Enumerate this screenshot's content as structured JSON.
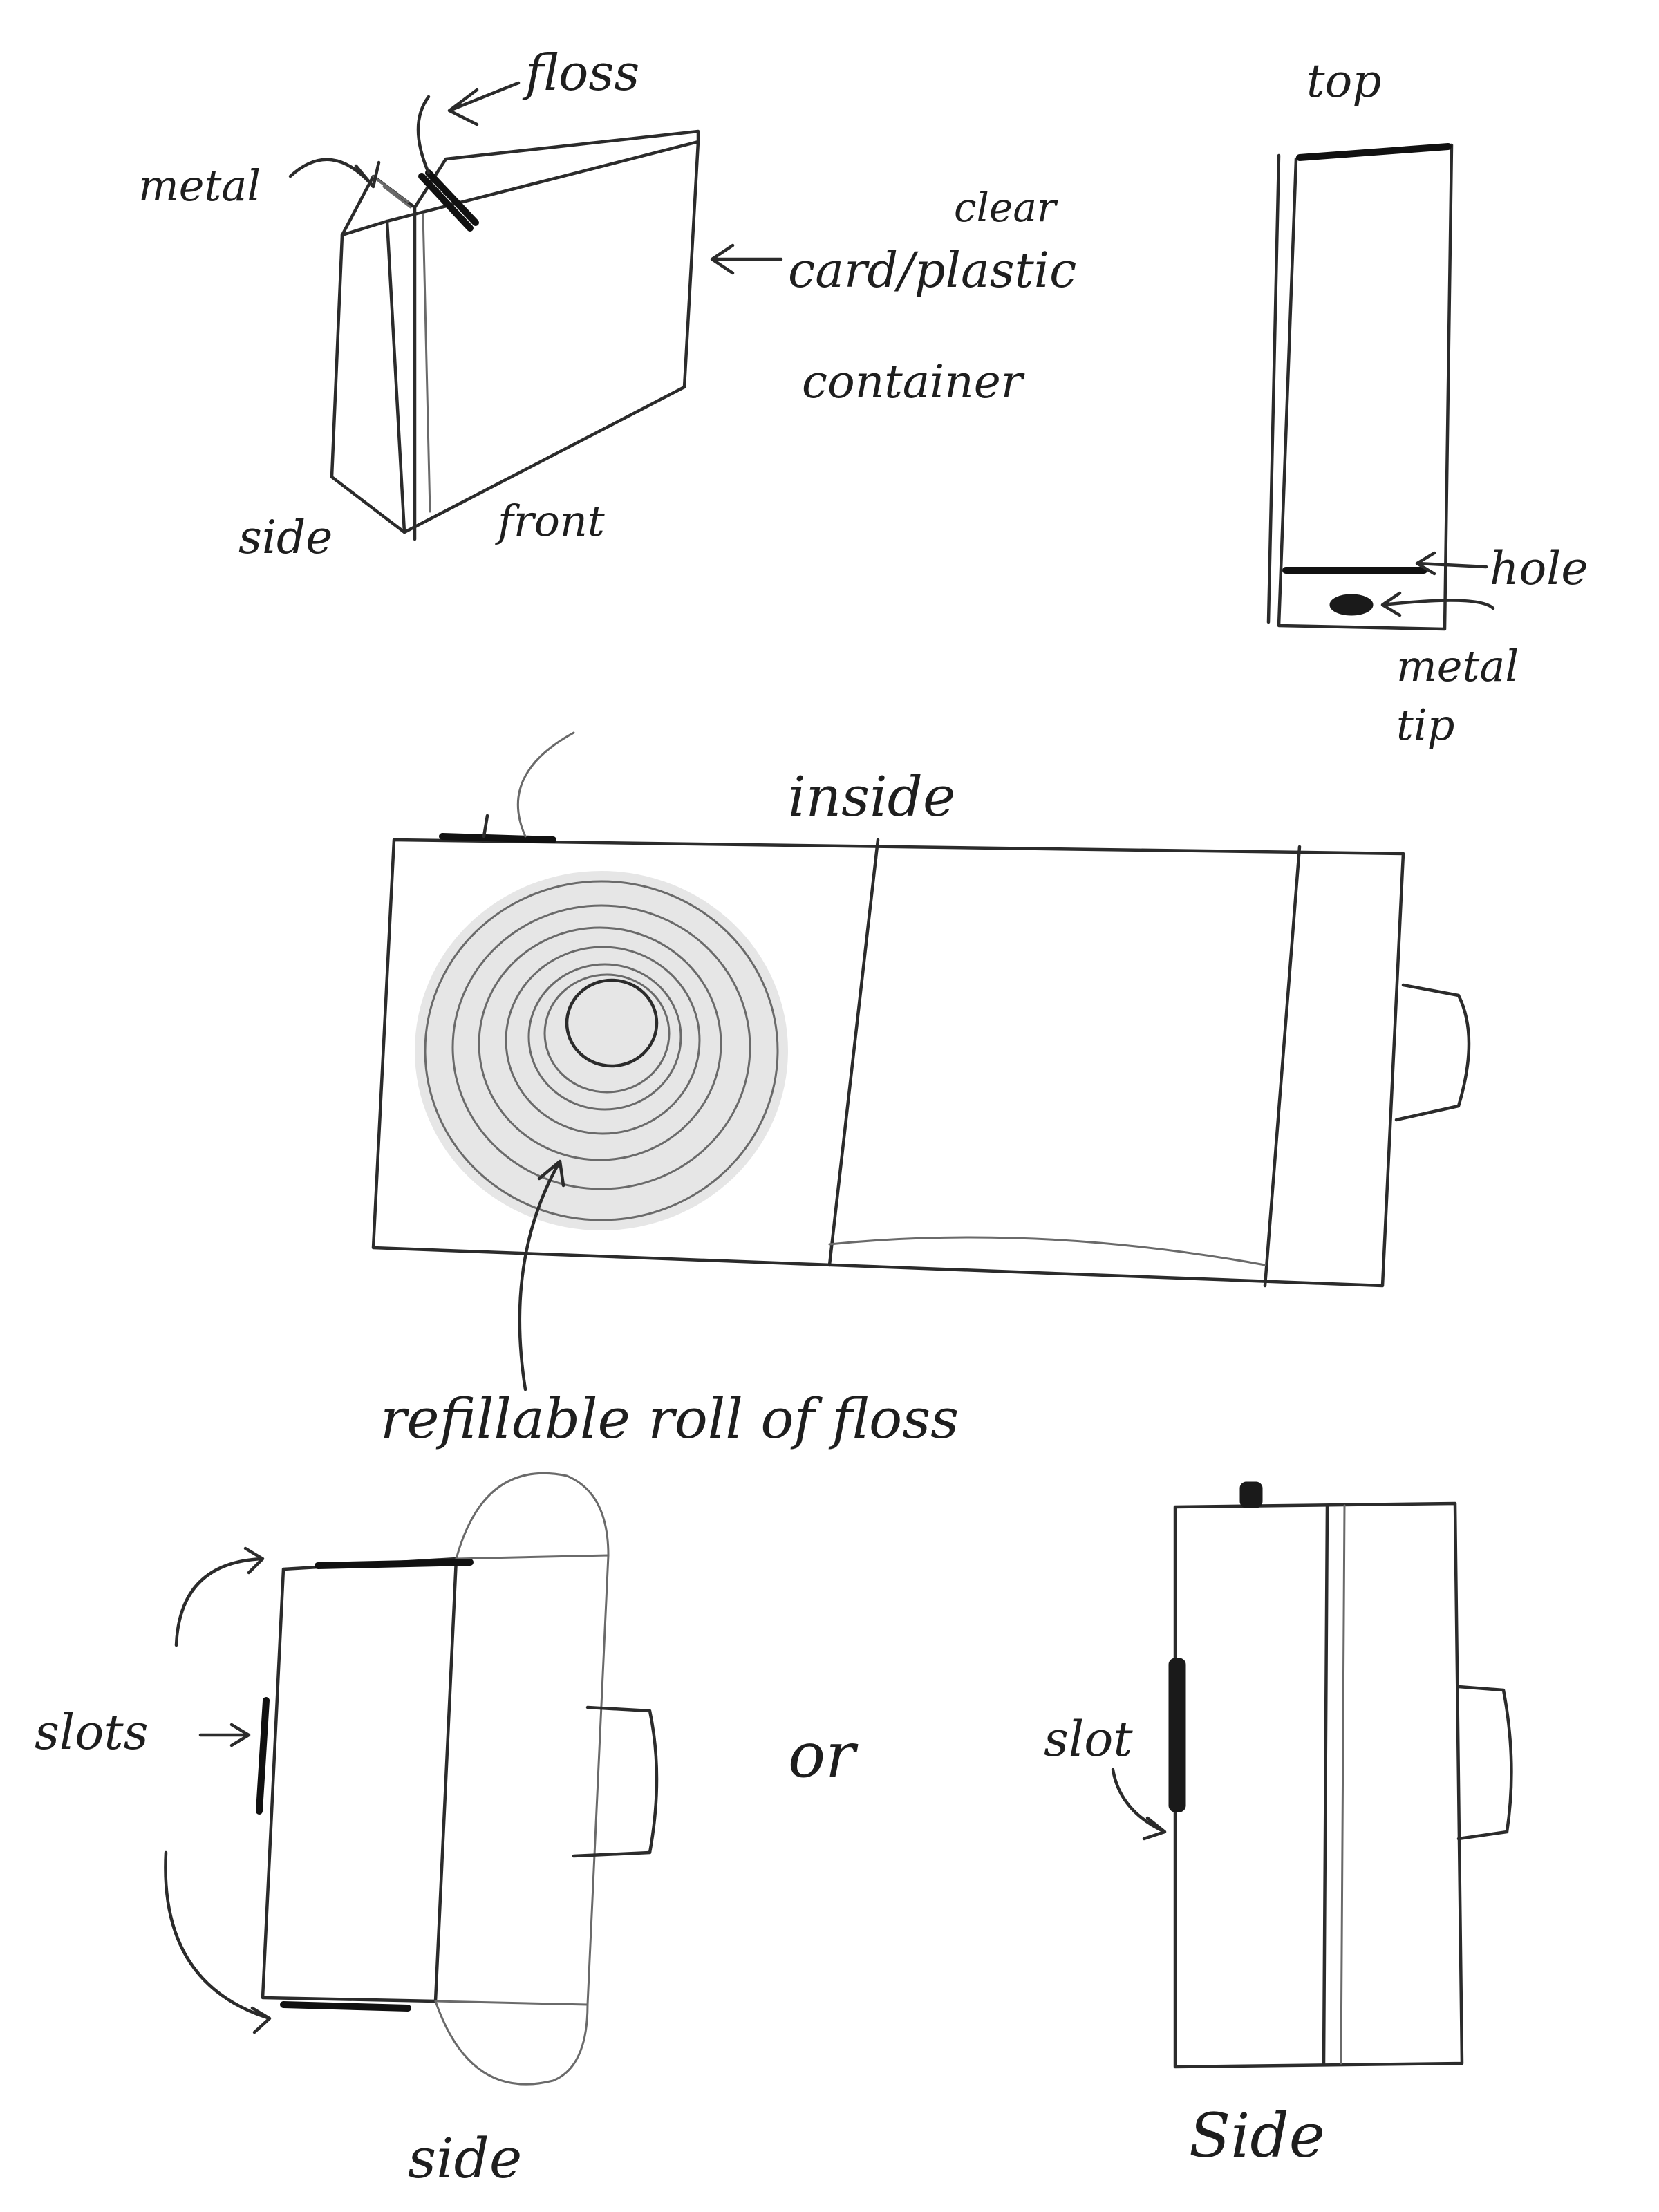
{
  "labels": {
    "floss": "floss",
    "metal": "metal",
    "clear": "clear",
    "card_plastic": "card/plastic",
    "container": "container",
    "side_top_left": "side",
    "front": "front",
    "top": "top",
    "hole": "hole",
    "metal_tip_1": "metal",
    "metal_tip_2": "tip",
    "inside": "inside",
    "refillable": "refillable roll of floss",
    "slots": "slots",
    "or": "or",
    "slot": "slot",
    "side_bottom_left": "side",
    "side_bottom_right": "Side"
  }
}
